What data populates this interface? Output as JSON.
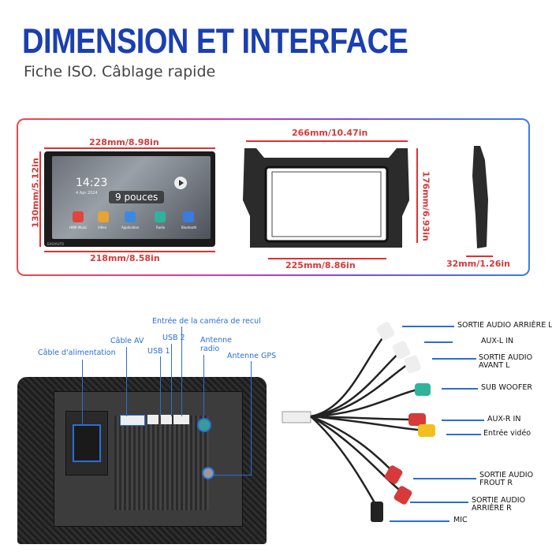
{
  "header": {
    "title": "DIMENSION ET INTERFACE",
    "subtitle": "Fiche ISO. Câblage rapide"
  },
  "dimensions": {
    "screen_width": "228mm/8.98in",
    "screen_height": "130mm/5.12in",
    "screen_bottom_width": "218mm/8.58in",
    "frame_width": "266mm/10.47in",
    "frame_height": "176mm/6.93in",
    "frame_inner_width": "225mm/8.86in",
    "depth": "32mm/1.26in"
  },
  "screen": {
    "clock": "14:23",
    "date": "4 Apr 2024",
    "size_badge": "9 pouces",
    "apps": [
      "HIBR Music",
      "Video",
      "Application",
      "Radio",
      "Bluetooth"
    ],
    "brand": "EASYAUTO"
  },
  "connectors": {
    "power": "Câble d'alimentation",
    "av": "Câble AV",
    "usb1": "USB 1",
    "usb2": "USB 2",
    "camera": "Entrée de la caméra de recul",
    "radio": "Antenne radio",
    "gps": "Antenne GPS"
  },
  "harness": {
    "rear_l": "SORTIE AUDIO ARRIÈRE L",
    "aux_l": "AUX-L IN",
    "front_l": "SORTIE AUDIO AVANT L",
    "sub": "SUB WOOFER",
    "aux_r": "AUX-R IN",
    "video_in": "Entrée vidéo",
    "front_r": "SORTIE AUDIO FROUT R",
    "rear_r": "SORTIE AUDIO ARRIÈRE R",
    "mic": "MIC"
  },
  "colors": {
    "title_blue": "#1a3fb0",
    "dimension_red": "#e03030",
    "label_blue": "#2a6dd9"
  }
}
